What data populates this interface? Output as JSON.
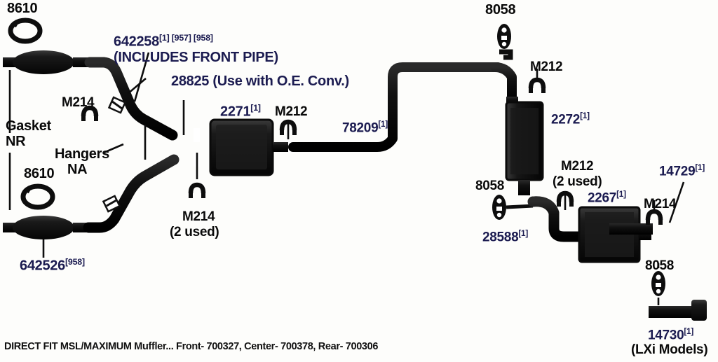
{
  "diagram": {
    "title": "Automotive Exhaust System Parts Diagram",
    "colors": {
      "part_number_blue": "#1b1b50",
      "annotation_black": "#0a0a0a",
      "component_fill": "#111111",
      "background": "#fdfdfb"
    },
    "caption": "DIRECT FIT MSL/MAXIMUM Muffler... Front- 700327, Center- 700378, Rear- 700306"
  },
  "labels": {
    "gasket_top": {
      "text": "8610",
      "color": "black"
    },
    "gasket_bottom": {
      "text": "8610",
      "color": "black"
    },
    "gasket_nr_line1": {
      "text": "Gasket",
      "color": "black"
    },
    "gasket_nr_line2": {
      "text": "NR",
      "color": "black"
    },
    "hangers_na_line1": {
      "text": "Hangers",
      "color": "black"
    },
    "hangers_na_line2": {
      "text": "NA",
      "color": "black"
    },
    "front_pipe": {
      "text": "642258",
      "sup": "[1] [957] [958]",
      "color": "blue"
    },
    "front_pipe_note": {
      "text": "(INCLUDES FRONT PIPE)",
      "color": "blue"
    },
    "left_converter": {
      "text": "642526",
      "sup": "[958]",
      "color": "blue"
    },
    "oe_conv_pipe": {
      "text": "28825 (Use with O.E. Conv.)",
      "color": "blue"
    },
    "center_muffler": {
      "text": "2271",
      "sup": "[1]",
      "color": "blue"
    },
    "mid_pipe": {
      "text": "78209",
      "sup": "[1]",
      "color": "blue"
    },
    "rear_muffler_vertical": {
      "text": "2272",
      "sup": "[1]",
      "color": "blue"
    },
    "rear_muffler": {
      "text": "2267",
      "sup": "[1]",
      "color": "blue"
    },
    "rear_connector_pipe": {
      "text": "28588",
      "sup": "[1]",
      "color": "blue"
    },
    "tailpipe_upper": {
      "text": "14729",
      "sup": "[1]",
      "color": "blue"
    },
    "tailpipe_lower": {
      "text": "14730",
      "sup": "[1]",
      "color": "blue"
    },
    "lxi_models": {
      "text": "(LXi Models)",
      "color": "black"
    },
    "hanger_m214_upper_left": {
      "text": "M214",
      "color": "black"
    },
    "hanger_m214_center_line1": {
      "text": "M214",
      "color": "black"
    },
    "hanger_m214_center_line2": {
      "text": "(2 used)",
      "color": "black"
    },
    "hanger_m212_center": {
      "text": "M212",
      "color": "black"
    },
    "hanger_m212_upper_right": {
      "text": "M212",
      "color": "black"
    },
    "hanger_m212_lower_line1": {
      "text": "M212",
      "color": "black"
    },
    "hanger_m212_lower_line2": {
      "text": "(2 used)",
      "color": "black"
    },
    "hanger_m214_right": {
      "text": "M214",
      "color": "black"
    },
    "hanger_8058_top": {
      "text": "8058",
      "color": "black"
    },
    "hanger_8058_mid": {
      "text": "8058",
      "color": "black"
    },
    "hanger_8058_bottom": {
      "text": "8058",
      "color": "black"
    }
  }
}
